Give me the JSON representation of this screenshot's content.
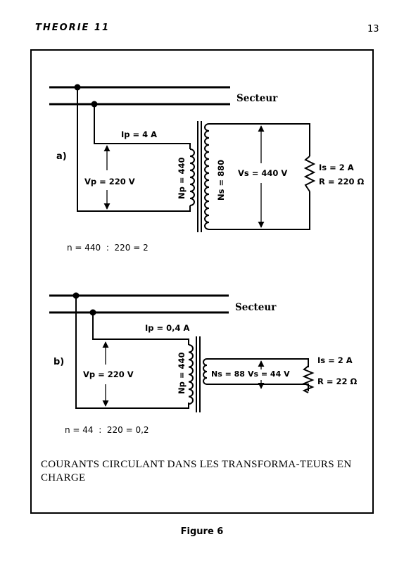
{
  "header": {
    "chapter": "THEORIE 11",
    "page_number": "13"
  },
  "diagram_a": {
    "label": "a)",
    "mains_label": "Secteur",
    "primary_current": "Ip = 4 A",
    "primary_voltage": "Vp = 220 V",
    "primary_turns": "Np = 440",
    "secondary_turns": "Ns = 880",
    "secondary_voltage": "Vs = 440 V",
    "secondary_current": "Is = 2 A",
    "load_resistance": "R = 220 Ω",
    "ratio": "n = 440  :  220 = 2"
  },
  "diagram_b": {
    "label": "b)",
    "mains_label": "Secteur",
    "primary_current": "Ip = 0,4 A",
    "primary_voltage": "Vp = 220 V",
    "primary_turns": "Np = 440",
    "secondary_turns": "Ns = 88",
    "secondary_voltage": "Vs = 44 V",
    "secondary_current": "Is = 2 A",
    "load_resistance": "R = 22 Ω",
    "ratio": "n = 44  :  220 = 0,2"
  },
  "caption": "COURANTS CIRCULANT DANS LES TRANSFORMA-TEURS EN CHARGE",
  "figure_label": "Figure 6"
}
